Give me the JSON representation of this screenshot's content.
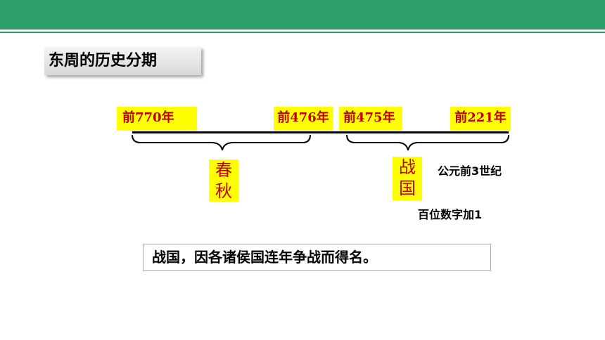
{
  "title": "东周的历史分期",
  "timeline": {
    "dates": [
      "前770年",
      "前476年",
      "前475年",
      "前221年"
    ],
    "periods": [
      {
        "label_line1": "春",
        "label_line2": "秋"
      },
      {
        "label_line1": "战",
        "label_line2": "国"
      }
    ]
  },
  "notes": {
    "century": "公元前3世纪",
    "rule": "百位数字加1"
  },
  "summary": "战国，因各诸侯国连年争战而得名。",
  "colors": {
    "header_green": "#2e9e6b",
    "highlight": "#ffff00",
    "date_text": "#c00000"
  }
}
